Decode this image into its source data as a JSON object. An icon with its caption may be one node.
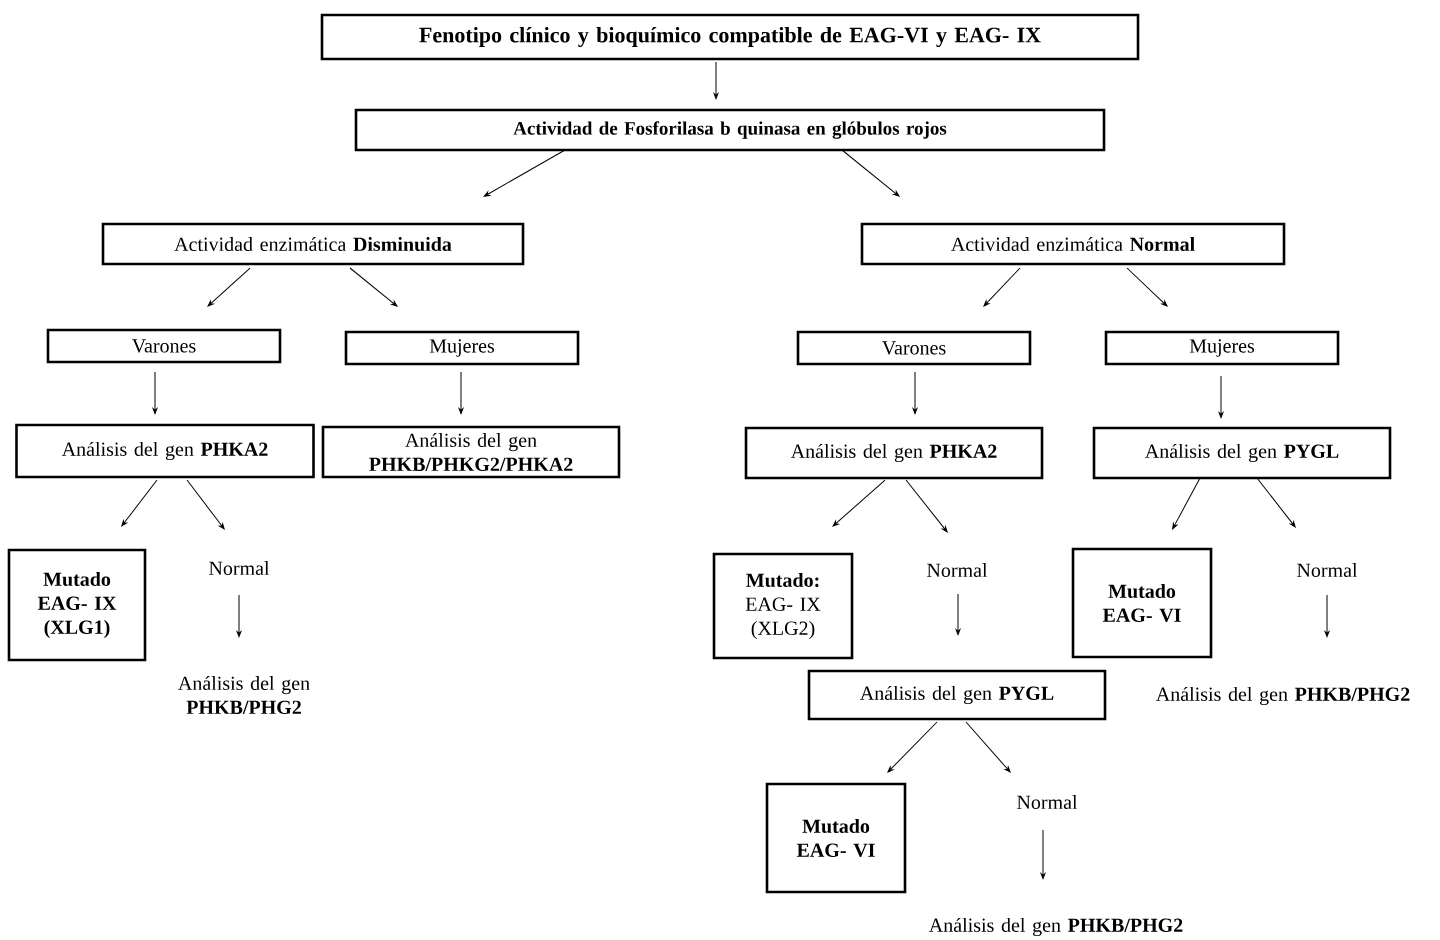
{
  "diagram": {
    "nodes": [
      {
        "text": [
          "Fenotipo clínico y bioquímico compatible de EAG-VI y EAG- IX"
        ]
      },
      {
        "text": [
          "Actividad de  Fosforilasa b quinasa en glóbulos rojos"
        ]
      },
      {
        "text": [
          "Actividad enzimática **Disminuida**"
        ]
      },
      {
        "text": [
          "Actividad enzimática **Normal**"
        ]
      },
      {
        "text": [
          "Varones"
        ]
      },
      {
        "text": [
          "Mujeres"
        ]
      },
      {
        "text": [
          "Varones"
        ]
      },
      {
        "text": [
          "Mujeres"
        ]
      },
      {
        "text": [
          "Análisis del gen **PHKA2**"
        ]
      },
      {
        "text": [
          "Análisis del gen **PHKB/PHKG2/PHKA2**"
        ]
      },
      {
        "text": [
          "Análisis del gen **PHKA2**"
        ]
      },
      {
        "text": [
          "Análisis del gen **PYGL**"
        ]
      },
      {
        "text": [
          "Mutado EAG- IX (XLG1)"
        ]
      },
      {
        "text": [
          "Normal"
        ]
      },
      {
        "text": [
          "Análisis del gen **PHKB/PHG2**"
        ]
      },
      {
        "text": [
          "**Mutado:** EAG- IX (XLG2)"
        ]
      },
      {
        "text": [
          "Normal"
        ]
      },
      {
        "text": [
          "Mutado EAG- VI"
        ]
      },
      {
        "text": [
          "Normal"
        ]
      },
      {
        "text": [
          "Análisis del gen **PYGL**"
        ]
      },
      {
        "text": [
          "Análisis del gen **PHKB/PHG2**"
        ]
      },
      {
        "text": [
          "Mutado EAG- VI"
        ]
      },
      {
        "text": [
          "Normal"
        ]
      },
      {
        "text": [
          "Análisis del gen **PHKB/PHG2**"
        ]
      }
    ],
    "edges": [
      {
        "from": 0,
        "to": 1,
        "arrow": "to"
      },
      {
        "from": 1,
        "to": 2,
        "arrow": "to"
      },
      {
        "from": 1,
        "to": 3,
        "arrow": "to"
      },
      {
        "from": 2,
        "to": 4,
        "arrow": "to"
      },
      {
        "from": 2,
        "to": 5,
        "arrow": "to"
      },
      {
        "from": 3,
        "to": 6,
        "arrow": "to"
      },
      {
        "from": 3,
        "to": 7,
        "arrow": "to"
      },
      {
        "from": 4,
        "to": 8,
        "arrow": "to"
      },
      {
        "from": 5,
        "to": 9,
        "arrow": "to"
      },
      {
        "from": 6,
        "to": 10,
        "arrow": "to"
      },
      {
        "from": 7,
        "to": 11,
        "arrow": "to"
      },
      {
        "from": 8,
        "to": 12,
        "arrow": "to"
      },
      {
        "from": 8,
        "to": 13,
        "arrow": "to"
      },
      {
        "from": 13,
        "to": 14,
        "arrow": "to"
      },
      {
        "from": 10,
        "to": 15,
        "arrow": "to"
      },
      {
        "from": 10,
        "to": 16,
        "arrow": "to"
      },
      {
        "from": 16,
        "to": 19,
        "arrow": "to"
      },
      {
        "from": 11,
        "to": 17,
        "arrow": "to"
      },
      {
        "from": 11,
        "to": 18,
        "arrow": "to"
      },
      {
        "from": 18,
        "to": 20,
        "arrow": "to"
      },
      {
        "from": 19,
        "to": 21,
        "arrow": "to"
      },
      {
        "from": 19,
        "to": 22,
        "arrow": "to"
      },
      {
        "from": 22,
        "to": 23,
        "arrow": "to"
      }
    ]
  }
}
